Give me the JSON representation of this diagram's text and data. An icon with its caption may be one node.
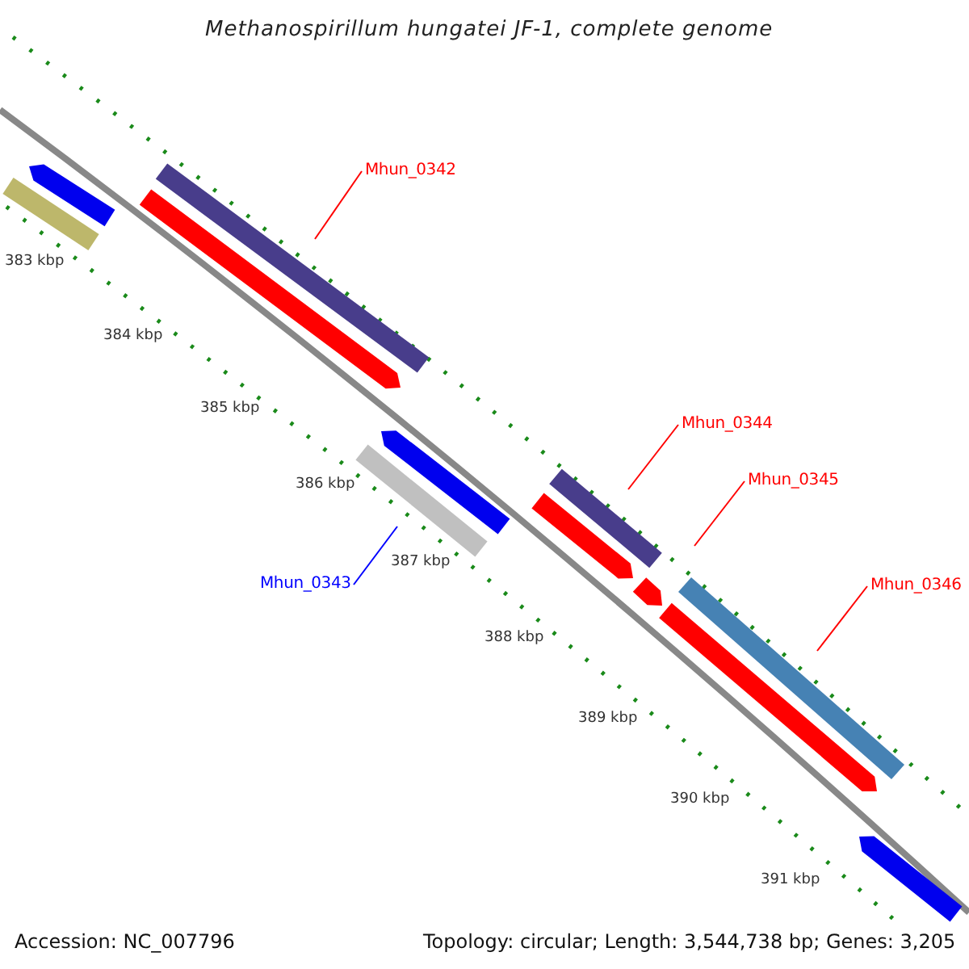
{
  "diagram": {
    "title": "Methanospirillum hungatei JF-1, complete genome",
    "nodes": [
      {
        "text": [
          "Mhun_0342"
        ]
      },
      {
        "text": [
          "Mhun_0343"
        ]
      },
      {
        "text": [
          "Mhun_0344"
        ]
      },
      {
        "text": [
          "Mhun_0345"
        ]
      },
      {
        "text": [
          "Mhun_0346"
        ]
      }
    ],
    "edges": [
      {
        "from": 0,
        "to": null,
        "arrow": "none"
      },
      {
        "from": 1,
        "to": null,
        "arrow": "none",
        "color": "#0000ff"
      },
      {
        "from": 2,
        "to": null,
        "arrow": "none"
      },
      {
        "from": 3,
        "to": null,
        "arrow": "none"
      },
      {
        "from": 4,
        "to": null,
        "arrow": "none"
      }
    ],
    "labels": [
      "383 kbp",
      "384 kbp",
      "385 kbp",
      "386 kbp",
      "387 kbp",
      "388 kbp",
      "389 kbp",
      "390 kbp",
      "391 kbp",
      "Accession: NC_007796",
      "Topology: circular; Length: 3,544,738 bp; Genes: 3,205"
    ]
  }
}
